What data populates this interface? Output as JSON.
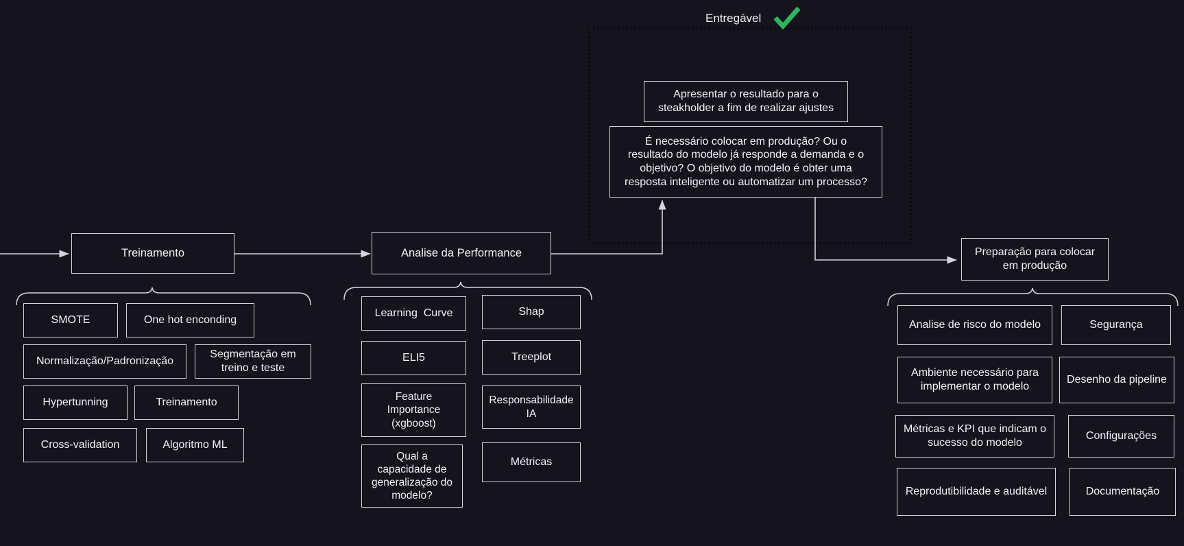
{
  "diagram": {
    "background_color": "#15131e",
    "border_color": "#d6d4da",
    "text_color": "#f2f2f4",
    "accent_color": "#2eb35e",
    "dotted_color": "#0b0a10"
  },
  "deliverable": {
    "label": "Entregável",
    "icon": "check-icon"
  },
  "stages": {
    "training": {
      "title": "Treinamento",
      "children": [
        "SMOTE",
        "One hot enconding",
        "Normalização/Padronização",
        "Segmentação em\ntreino e teste",
        "Hypertunning",
        "Treinamento",
        "Cross-validation",
        "Algoritmo ML"
      ]
    },
    "performance": {
      "title": "Analise da Performance",
      "children": [
        "Learning  Curve",
        "Shap",
        "ELI5",
        "Treeplot",
        "Feature\nImportance\n(xgboost)",
        "Responsabilidade\nIA",
        "Qual a\ncapacidade de\ngeneralização do\nmodelo?",
        "Métricas"
      ]
    },
    "presentation": {
      "title": "Apresentar o resultado para o\nsteakholder a fim de realizar ajustes"
    },
    "decision": {
      "title": "É necessário colocar em produção? Ou o\nresultado do modelo já responde a demanda e o\nobjetivo? O objetivo do modelo é obter uma\nresposta inteligente ou automatizar um processo?"
    },
    "production": {
      "title": "Preparação para colocar\nem produção",
      "children": [
        "Analise de risco do modelo",
        "Segurança",
        "Ambiente necessário para\nimplementar o modelo",
        "Desenho da pipeline",
        "Métricas e KPI que indicam o\nsucesso do modelo",
        "Configurações",
        "Reprodutibilidade e auditável",
        "Documentação"
      ]
    }
  }
}
